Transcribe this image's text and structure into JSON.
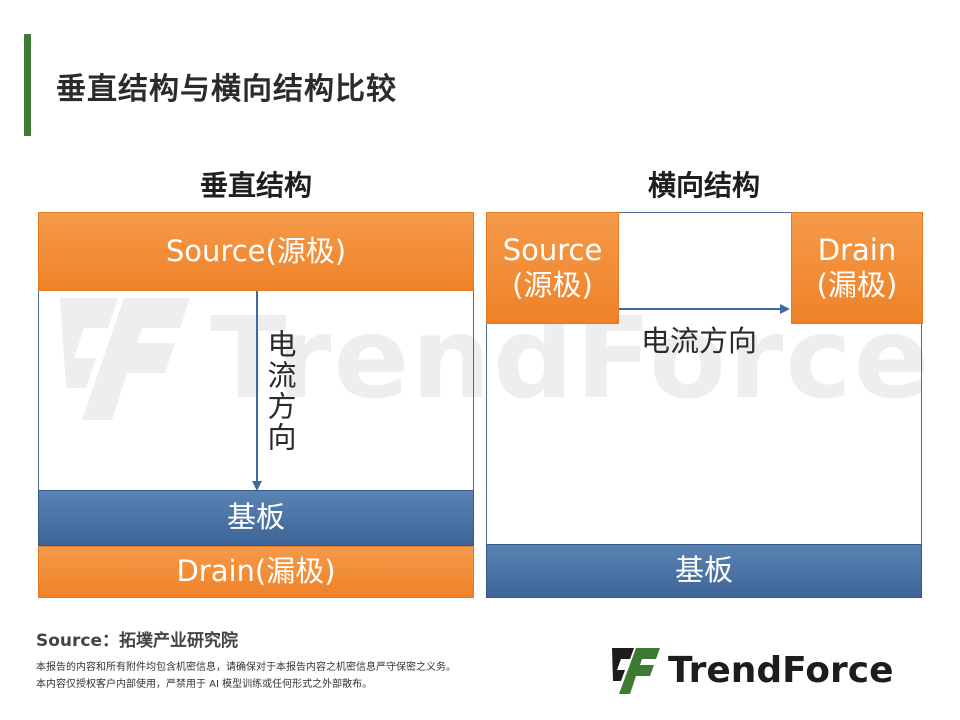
{
  "title": "垂直结构与横向结构比较",
  "vertical": {
    "heading": "垂直结构",
    "source_label": "Source(源极)",
    "flow_label": "电流方向",
    "substrate_label": "基板",
    "drain_label": "Drain(漏极)"
  },
  "lateral": {
    "heading": "横向结构",
    "source_label": "Source\n(源极)",
    "drain_label": "Drain\n(漏极)",
    "flow_label": "电流方向",
    "substrate_label": "基板"
  },
  "footer": {
    "source": "Source：拓墣产业研究院",
    "disclaimer_1": "本报告的内容和所有附件均包含机密信息，请确保对于本报告内容之机密信息严守保密之义务。",
    "disclaimer_2": "本内容仅授权客户内部使用，严禁用于 AI 模型训练或任何形式之外部散布。",
    "logo_text": "TrendForce"
  },
  "watermark_text": "TrendForce",
  "colors": {
    "accent": "#3f7a35",
    "orange": "#ef8228",
    "blue": "#3d6597",
    "arrow": "#3f6aa0"
  }
}
